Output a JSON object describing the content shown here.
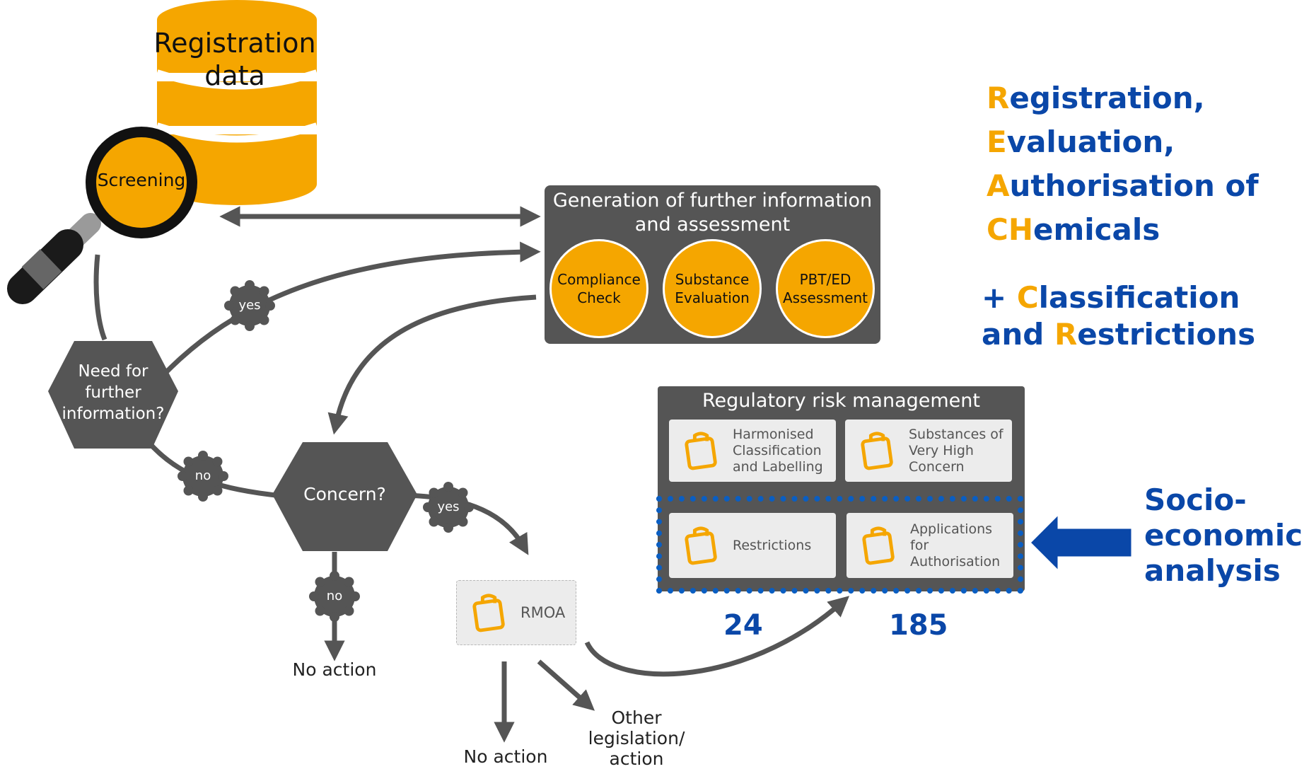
{
  "database": {
    "label_line1": "Registration",
    "label_line2": "data"
  },
  "screening": {
    "label": "Screening"
  },
  "title": {
    "line1": {
      "initial": "R",
      "rest": "egistration,"
    },
    "line2": {
      "initial": "E",
      "rest": "valuation,"
    },
    "line3": {
      "initial": "A",
      "rest": "uthorisation of"
    },
    "line4": {
      "initial": "CH",
      "rest": "emicals"
    },
    "line5": {
      "prefix": "+ ",
      "initial": "C",
      "rest": "lassification"
    },
    "line6": {
      "prefix": "and ",
      "initial": "R",
      "rest": "estrictions"
    }
  },
  "further_info_box": {
    "title_line1": "Generation of further information",
    "title_line2": "and assessment",
    "circles": [
      {
        "line1": "Compliance",
        "line2": "Check"
      },
      {
        "line1": "Substance",
        "line2": "Evaluation"
      },
      {
        "line1": "PBT/ED",
        "line2": "Assessment"
      }
    ]
  },
  "decision_need_info": {
    "line1": "Need for",
    "line2": "further",
    "line3": "information?"
  },
  "decision_concern": {
    "label": "Concern?"
  },
  "badges": {
    "yes_top": "yes",
    "no_left": "no",
    "yes_concern": "yes",
    "no_concern": "no"
  },
  "outcomes": {
    "no_action_1": "No action",
    "no_action_2": "No action",
    "other_line1": "Other",
    "other_line2": "legislation/",
    "other_line3": "action"
  },
  "rmoa": {
    "label": "RMOA"
  },
  "risk_box": {
    "title": "Regulatory risk management",
    "cards": [
      {
        "line1": "Harmonised",
        "line2": "Classification",
        "line3": "and Labelling"
      },
      {
        "line1": "Substances of",
        "line2": "Very High",
        "line3": "Concern"
      },
      {
        "line1": "Restrictions"
      },
      {
        "line1": "Applications",
        "line2": "for",
        "line3": "Authorisation"
      }
    ]
  },
  "counts": {
    "restrictions": "24",
    "authorisation": "185"
  },
  "socio": {
    "line1": "Socio-",
    "line2": "economic",
    "line3": "analysis"
  },
  "colors": {
    "orange": "#f5a600",
    "dark": "#555555",
    "blue": "#0a47a8",
    "card": "#ececec"
  }
}
